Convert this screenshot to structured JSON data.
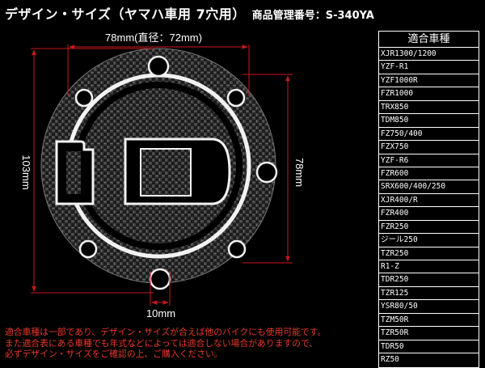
{
  "title": {
    "main": "デザイン・サイズ（ヤマハ車用 7穴用）",
    "product": "商品管理番号：S-340YA"
  },
  "dimensions": {
    "width": "78mm(直径：72mm)",
    "height_left": "103mm",
    "height_right": "78mm",
    "hole": "10mm"
  },
  "models": {
    "header": "適合車種",
    "items": [
      "XJR1300/1200",
      "YZF-R1",
      "YZF1000R",
      "FZR1000",
      "TRX850",
      "TDM850",
      "FZ750/400",
      "FZX750",
      "YZF-R6",
      "FZR600",
      "SRX600/400/250",
      "XJR400/R",
      "FZR400",
      "FZR250",
      "ジール250",
      "TZR250",
      "R1-Z",
      "TDR250",
      "TZR125",
      "YSR80/50",
      "TZM50R",
      "TZR50R",
      "TDR50",
      "RZ50"
    ]
  },
  "notes": [
    "適合車種は一部であり、デザイン・サイズが合えば他のバイクにも使用可能です。",
    "また適合表にある車種でも年式などによっては適合しない場合がありますので、",
    "必ずデザイン・サイズをご確認の上、ご購入ください。"
  ],
  "colors": {
    "dimension_line": "#c8171c",
    "note_text": "#e8382a",
    "carbon_dark": "#1c1c1c",
    "carbon_light": "#555555"
  }
}
